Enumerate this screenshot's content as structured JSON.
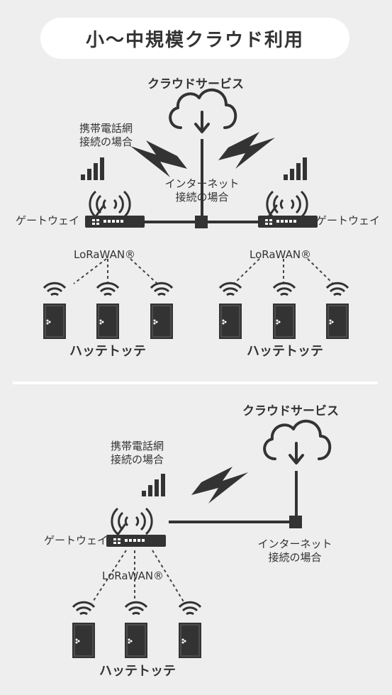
{
  "title": "小〜中規模クラウド利用",
  "top": {
    "cloud_label": "クラウドサービス",
    "mobile_label_1": "携帯電話網",
    "mobile_label_2": "接続の場合",
    "internet_label_1": "インターネット",
    "internet_label_2": "接続の場合",
    "gateway_left_label": "ゲートウェイ",
    "gateway_right_label": "ゲートウェイ",
    "lorawan_left": "LoRaWAN®",
    "lorawan_right": "LoRaWAN®",
    "sensor_left_label": "ハッテトッテ",
    "sensor_right_label": "ハッテトッテ"
  },
  "bottom": {
    "cloud_label": "クラウドサービス",
    "mobile_label_1": "携帯電話網",
    "mobile_label_2": "接続の場合",
    "internet_label_1": "インターネット",
    "internet_label_2": "接続の場合",
    "gateway_label": "ゲートウェイ",
    "lorawan": "LoRaWAN®",
    "sensor_label": "ハッテトッテ"
  },
  "colors": {
    "background": "#eeeeee",
    "icon": "#333333",
    "panel": "#ffffff"
  }
}
